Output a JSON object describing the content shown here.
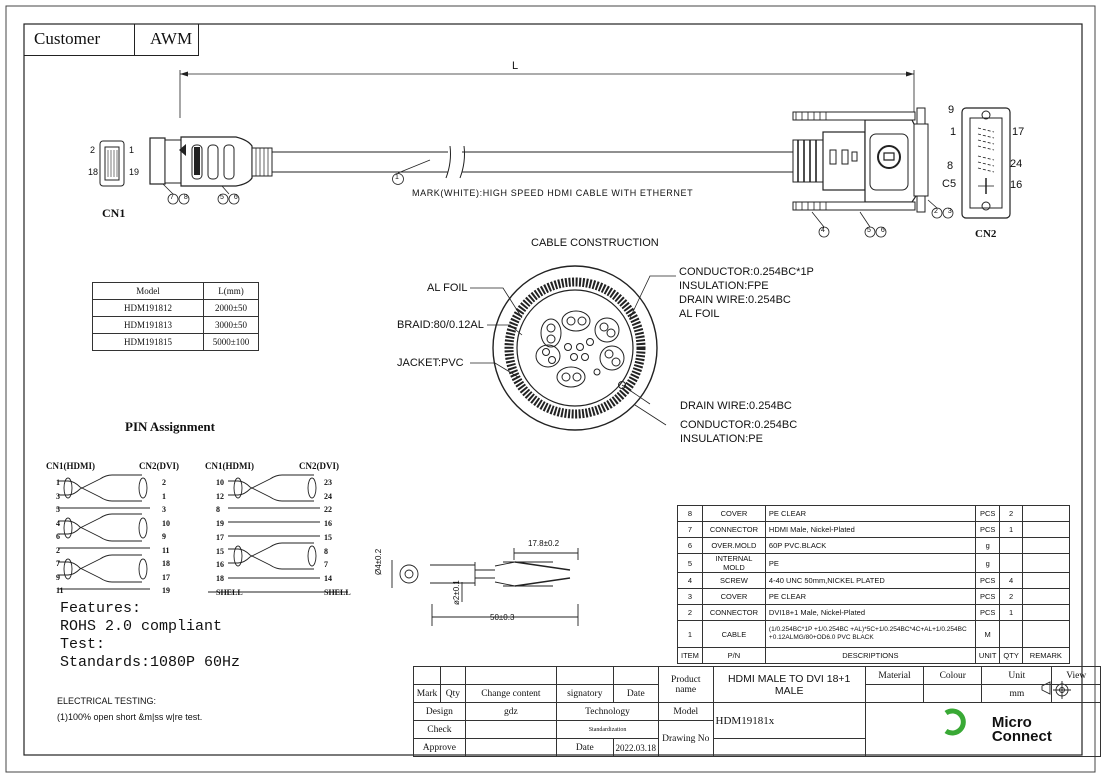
{
  "header": {
    "customer_label": "Customer",
    "customer_value": "AWM"
  },
  "drawing": {
    "length_label": "L",
    "cn1_label": "CN1",
    "cn2_label": "CN2",
    "cn1_pins": {
      "tl": "2",
      "tr": "1",
      "bl": "18",
      "br": "19"
    },
    "cn2_pins": {
      "p9": "9",
      "p1": "1",
      "p17": "17",
      "p8": "8",
      "p24": "24",
      "c5": "C5",
      "p16": "16"
    },
    "callouts": {
      "c1": "1",
      "c78": "7 8",
      "c56a": "5 6",
      "c23": "2 3",
      "c4": "4",
      "c56b": "5 6"
    },
    "mark_text": "MARK(WHITE):HIGH SPEED HDMI CABLE WITH ETHERNET"
  },
  "cable_construction": {
    "title": "CABLE CONSTRUCTION",
    "left_labels": [
      "AL FOIL",
      "BRAID:80/0.12AL",
      "JACKET:PVC"
    ],
    "right_top": [
      "CONDUCTOR:0.254BC*1P",
      "INSULATION:FPE",
      "DRAIN WIRE:0.254BC",
      "AL FOIL"
    ],
    "drain": "DRAIN WIRE:0.254BC",
    "right_bottom": [
      "CONDUCTOR:0.254BC",
      "INSULATION:PE"
    ]
  },
  "model_table": {
    "headers": [
      "Model",
      "L(mm)"
    ],
    "rows": [
      [
        "HDM191812",
        "2000±50"
      ],
      [
        "HDM191813",
        "3000±50"
      ],
      [
        "HDM191815",
        "5000±100"
      ]
    ]
  },
  "pin_assignment": {
    "title": "PIN Assignment",
    "left": {
      "h1": "CN1(HDMI)",
      "h2": "CN2(DVI)",
      "cn1": [
        "1",
        "3",
        "5",
        "4",
        "6",
        "2",
        "7",
        "9",
        "11"
      ],
      "cn2": [
        "2",
        "1",
        "3",
        "10",
        "9",
        "11",
        "18",
        "17",
        "19"
      ]
    },
    "right": {
      "h1": "CN1(HDMI)",
      "h2": "CN2(DVI)",
      "cn1": [
        "10",
        "12",
        "8",
        "19",
        "17",
        "15",
        "16",
        "18",
        "SHELL"
      ],
      "cn2": [
        "23",
        "24",
        "22",
        "16",
        "15",
        "8",
        "7",
        "14",
        "SHELL"
      ]
    }
  },
  "features": {
    "lines": [
      "Features:",
      "ROHS 2.0 compliant",
      "Test:",
      "Standards:1080P 60Hz"
    ],
    "testing": [
      "ELECTRICAL TESTING:",
      "(1)100% open short &m|ss w|re test."
    ]
  },
  "strip_dims": {
    "d1": "17.8±0.2",
    "d2": "50±0.3",
    "dia1": "Ø4±0.2",
    "dia2": "ø2±0.1"
  },
  "bom": {
    "rows": [
      {
        "item": "8",
        "pn": "COVER",
        "desc": "PE CLEAR",
        "unit": "PCS",
        "qty": "2"
      },
      {
        "item": "7",
        "pn": "CONNECTOR",
        "desc": "HDMI Male, Nickel-Plated",
        "unit": "PCS",
        "qty": "1"
      },
      {
        "item": "6",
        "pn": "OVER.MOLD",
        "desc": "60P PVC.BLACK",
        "unit": "g",
        "qty": ""
      },
      {
        "item": "5",
        "pn": "INTERNAL MOLD",
        "desc": "PE",
        "unit": "g",
        "qty": ""
      },
      {
        "item": "4",
        "pn": "SCREW",
        "desc": "4-40 UNC 50mm,NICKEL PLATED",
        "unit": "PCS",
        "qty": "4"
      },
      {
        "item": "3",
        "pn": "COVER",
        "desc": "PE CLEAR",
        "unit": "PCS",
        "qty": "2"
      },
      {
        "item": "2",
        "pn": "CONNECTOR",
        "desc": "DVI18+1 Male, Nickel-Plated",
        "unit": "PCS",
        "qty": "1"
      },
      {
        "item": "1",
        "pn": "CABLE",
        "desc": "(1/0.254BC*1P +1/0.254BC +AL)*5C+1/0.254BC*4C+AL+1/0.254BC +0.12ALMG/80+OD6.0 PVC BLACK",
        "unit": "M",
        "qty": ""
      }
    ],
    "headers": {
      "item": "ITEM",
      "pn": "P/N",
      "desc": "DESCRIPTIONS",
      "unit": "UNIT",
      "qty": "QTY",
      "remark": "REMARK"
    }
  },
  "title_block": {
    "mark": "Mark",
    "qty": "Qty",
    "change": "Change content",
    "signatory": "signatory",
    "date": "Date",
    "product_name_label": "Product name",
    "product_name": "HDMI MALE TO DVI 18+1 MALE",
    "material": "Material",
    "colour": "Colour",
    "unit": "Unit",
    "unit_val": "mm",
    "view": "View",
    "design": "Design",
    "design_val": "gdz",
    "technology": "Technology",
    "check": "Check",
    "standardization": "Standardization",
    "approve": "Approve",
    "date2": "Date",
    "date_val": "2022.03.18",
    "model_label": "Model",
    "model_val": "HDM19181x",
    "drawing_no": "Drawing No",
    "logo_line1": "Micro",
    "logo_line2": "Connect"
  }
}
